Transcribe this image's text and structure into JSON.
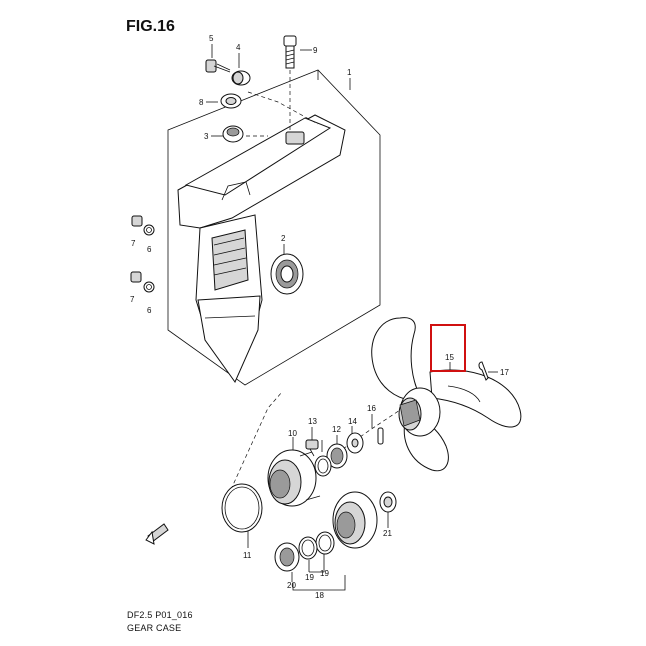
{
  "figure": {
    "title": "FIG.16",
    "code": "DF2.5 P01_016",
    "caption": "GEAR CASE",
    "highlight_color": "#d01010"
  },
  "callouts": {
    "p1": "1",
    "p2": "2",
    "p3": "3",
    "p4": "4",
    "p5": "5",
    "p6a": "6",
    "p6b": "6",
    "p7a": "7",
    "p7b": "7",
    "p8": "8",
    "p9": "9",
    "p10": "10",
    "p11": "11",
    "p12": "12",
    "p13": "13",
    "p14": "14",
    "p15": "15",
    "p16": "16",
    "p17": "17",
    "p18": "18",
    "p19a": "19",
    "p19b": "19",
    "p20": "20",
    "p21": "21"
  },
  "icons": {
    "front_arrow": "front-arrow-icon"
  }
}
